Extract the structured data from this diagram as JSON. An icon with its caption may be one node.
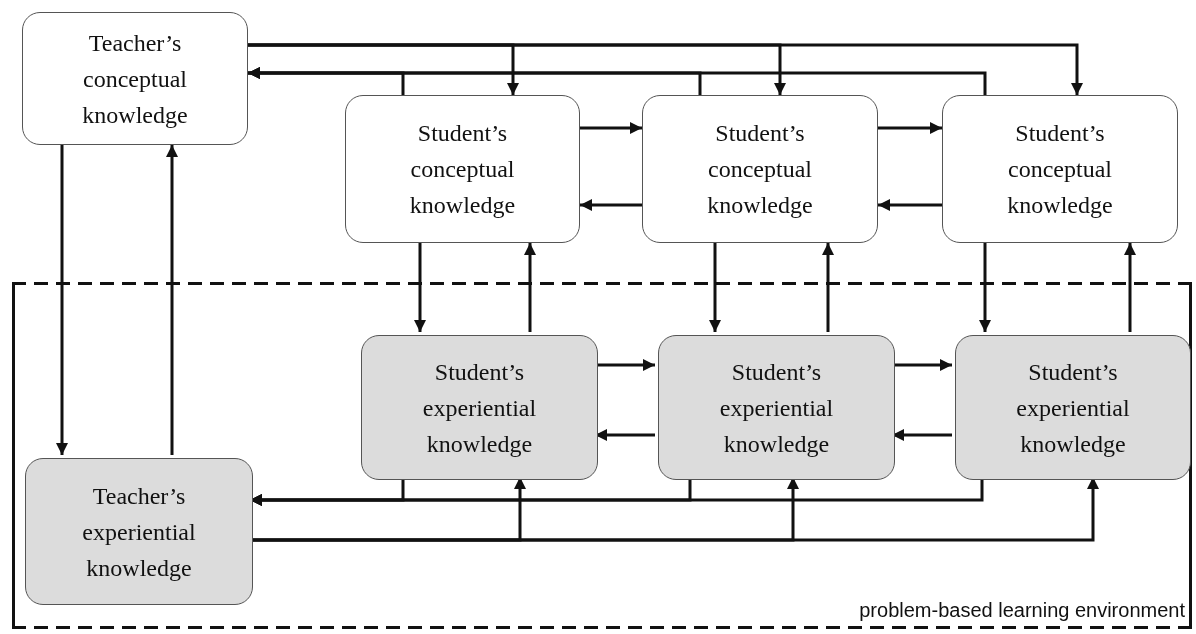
{
  "diagram": {
    "nodes": [
      {
        "text": [
          "problem-based learning environment"
        ]
      },
      {
        "text": [
          "Teacher’s conceptual knowledge"
        ]
      },
      {
        "text": [
          "Student’s conceptual knowledge"
        ]
      },
      {
        "text": [
          "Student’s conceptual knowledge"
        ]
      },
      {
        "text": [
          "Student’s conceptual knowledge"
        ]
      },
      {
        "text": [
          "Student’s experiential knowledge"
        ],
        "in": 0
      },
      {
        "text": [
          "Student’s experiential knowledge"
        ],
        "in": 0
      },
      {
        "text": [
          "Student’s experiential knowledge"
        ],
        "in": 0
      },
      {
        "text": [
          "Teacher’s experiential knowledge"
        ],
        "in": 0
      }
    ],
    "edges": [
      {
        "from": 1,
        "to": 2,
        "arrow": "to"
      },
      {
        "from": 1,
        "to": 3,
        "arrow": "to"
      },
      {
        "from": 1,
        "to": 4,
        "arrow": "to"
      },
      {
        "from": 2,
        "to": 1,
        "arrow": "to"
      },
      {
        "from": 3,
        "to": 1,
        "arrow": "to"
      },
      {
        "from": 4,
        "to": 1,
        "arrow": "to"
      },
      {
        "from": 2,
        "to": 3,
        "arrow": "to"
      },
      {
        "from": 3,
        "to": 2,
        "arrow": "to"
      },
      {
        "from": 3,
        "to": 4,
        "arrow": "to"
      },
      {
        "from": 4,
        "to": 3,
        "arrow": "to"
      },
      {
        "from": 2,
        "to": 5,
        "arrow": "to"
      },
      {
        "from": 5,
        "to": 2,
        "arrow": "to"
      },
      {
        "from": 3,
        "to": 6,
        "arrow": "to"
      },
      {
        "from": 6,
        "to": 3,
        "arrow": "to"
      },
      {
        "from": 4,
        "to": 7,
        "arrow": "to"
      },
      {
        "from": 7,
        "to": 4,
        "arrow": "to"
      },
      {
        "from": 5,
        "to": 6,
        "arrow": "to"
      },
      {
        "from": 6,
        "to": 5,
        "arrow": "to"
      },
      {
        "from": 6,
        "to": 7,
        "arrow": "to"
      },
      {
        "from": 7,
        "to": 6,
        "arrow": "to"
      },
      {
        "from": 5,
        "to": 8,
        "arrow": "to"
      },
      {
        "from": 6,
        "to": 8,
        "arrow": "to"
      },
      {
        "from": 7,
        "to": 8,
        "arrow": "to"
      },
      {
        "from": 8,
        "to": 5,
        "arrow": "to"
      },
      {
        "from": 8,
        "to": 6,
        "arrow": "to"
      },
      {
        "from": 8,
        "to": 7,
        "arrow": "to"
      },
      {
        "from": 1,
        "to": 8,
        "arrow": "to"
      },
      {
        "from": 8,
        "to": 1,
        "arrow": "to"
      }
    ]
  }
}
